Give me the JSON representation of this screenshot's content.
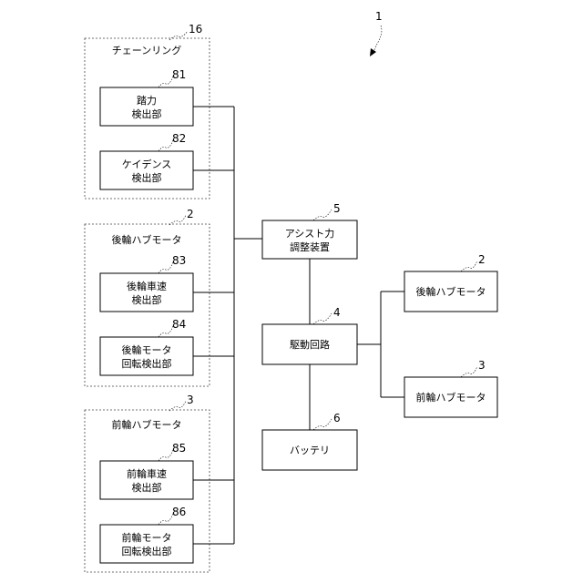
{
  "figure": {
    "ref": "1"
  },
  "groups": {
    "chainring": {
      "title": "チェーンリング",
      "ref": "16"
    },
    "rear_hub": {
      "title": "後輪ハブモータ",
      "ref": "2"
    },
    "front_hub": {
      "title": "前輪ハブモータ",
      "ref": "3"
    }
  },
  "blocks": {
    "pedal_force": {
      "lines": [
        "踏力",
        "検出部"
      ],
      "ref": "81"
    },
    "cadence": {
      "lines": [
        "ケイデンス",
        "検出部"
      ],
      "ref": "82"
    },
    "rear_speed": {
      "lines": [
        "後輪車速",
        "検出部"
      ],
      "ref": "83"
    },
    "rear_motor_rot": {
      "lines": [
        "後輪モータ",
        "回転検出部"
      ],
      "ref": "84"
    },
    "front_speed": {
      "lines": [
        "前輪車速",
        "検出部"
      ],
      "ref": "85"
    },
    "front_motor_rot": {
      "lines": [
        "前輪モータ",
        "回転検出部"
      ],
      "ref": "86"
    },
    "assist": {
      "lines": [
        "アシスト力",
        "調整装置"
      ],
      "ref": "5"
    },
    "drive": {
      "lines": [
        "駆動回路"
      ],
      "ref": "4"
    },
    "battery": {
      "lines": [
        "バッテリ"
      ],
      "ref": "6"
    },
    "rear_motor": {
      "lines": [
        "後輪ハブモータ"
      ],
      "ref": "2"
    },
    "front_motor": {
      "lines": [
        "前輪ハブモータ"
      ],
      "ref": "3"
    }
  }
}
